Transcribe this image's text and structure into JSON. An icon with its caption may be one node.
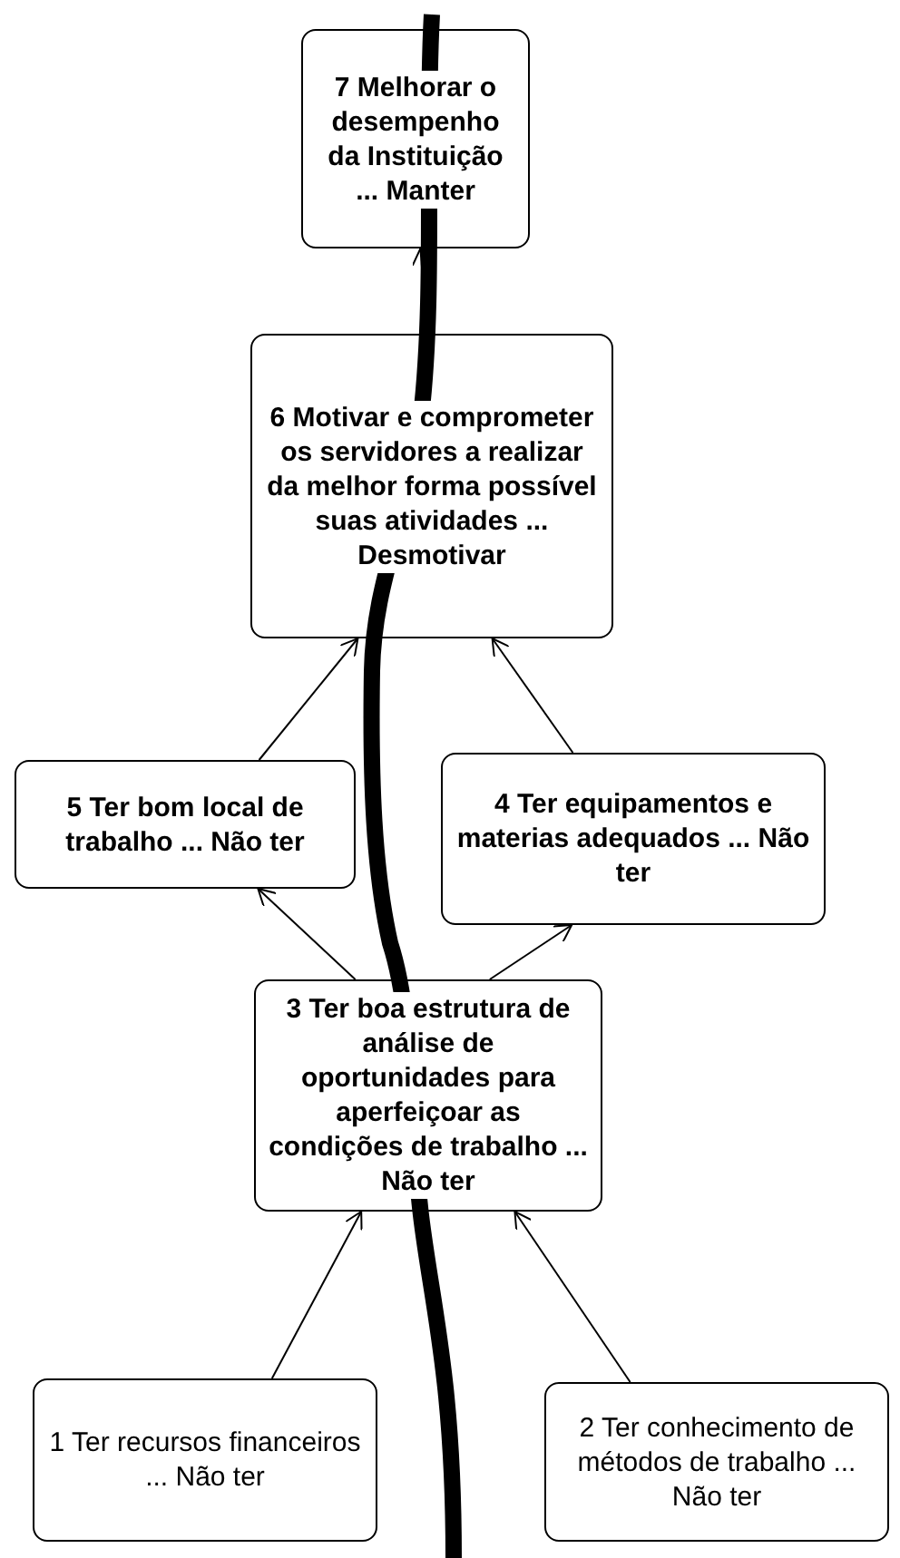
{
  "diagram": {
    "nodes": [
      {
        "text": [
          "7 Melhorar o desempenho da Instituição ... Manter"
        ]
      },
      {
        "text": [
          "6 Motivar e comprometer os servidores a realizar da melhor forma possível suas atividades ... Desmotivar"
        ]
      },
      {
        "text": [
          "5 Ter bom local de trabalho ... Não ter"
        ]
      },
      {
        "text": [
          "4 Ter equipamentos e materias adequados ... Não ter"
        ]
      },
      {
        "text": [
          "3 Ter boa estrutura de análise de oportunidades para aperfeiçoar as condições de trabalho ... Não ter"
        ]
      },
      {
        "text": [
          "1 Ter recursos financeiros ... Não ter"
        ]
      },
      {
        "text": [
          "2 Ter conhecimento de métodos de trabalho ... Não ter"
        ]
      }
    ],
    "edges": [
      {
        "from": 1,
        "to": 0,
        "arrow": "to"
      },
      {
        "from": 2,
        "to": 1,
        "arrow": "to"
      },
      {
        "from": 3,
        "to": 1,
        "arrow": "to"
      },
      {
        "from": 4,
        "to": 2,
        "arrow": "to"
      },
      {
        "from": 4,
        "to": 3,
        "arrow": "to"
      },
      {
        "from": 5,
        "to": 4,
        "arrow": "to"
      },
      {
        "from": 6,
        "to": 4,
        "arrow": "to"
      }
    ]
  }
}
